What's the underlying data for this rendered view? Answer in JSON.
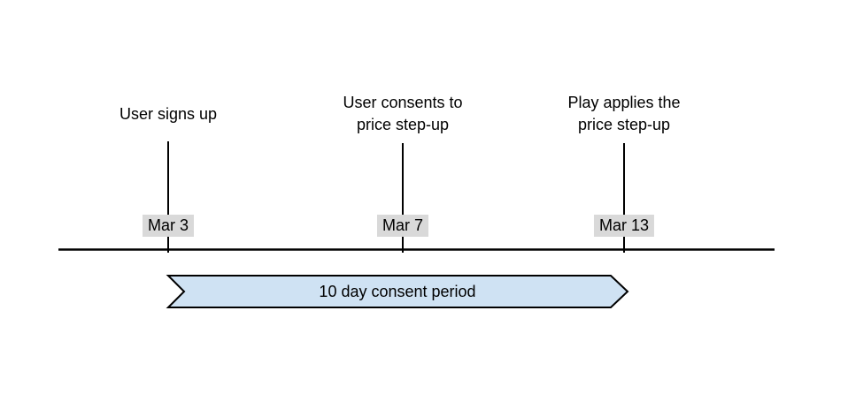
{
  "diagram": {
    "type": "timeline",
    "events": [
      {
        "label": "User signs up",
        "date": "Mar 3"
      },
      {
        "label": "User consents to\nprice step-up",
        "date": "Mar 7"
      },
      {
        "label": "Play applies the\nprice step-up",
        "date": "Mar 13"
      }
    ],
    "period_banner": {
      "label": "10 day consent period"
    },
    "colors": {
      "background": "#ffffff",
      "text": "#000000",
      "line": "#000000",
      "date_label_bg": "#d9d9d9",
      "banner_fill": "#cfe2f3",
      "banner_border": "#000000"
    }
  }
}
